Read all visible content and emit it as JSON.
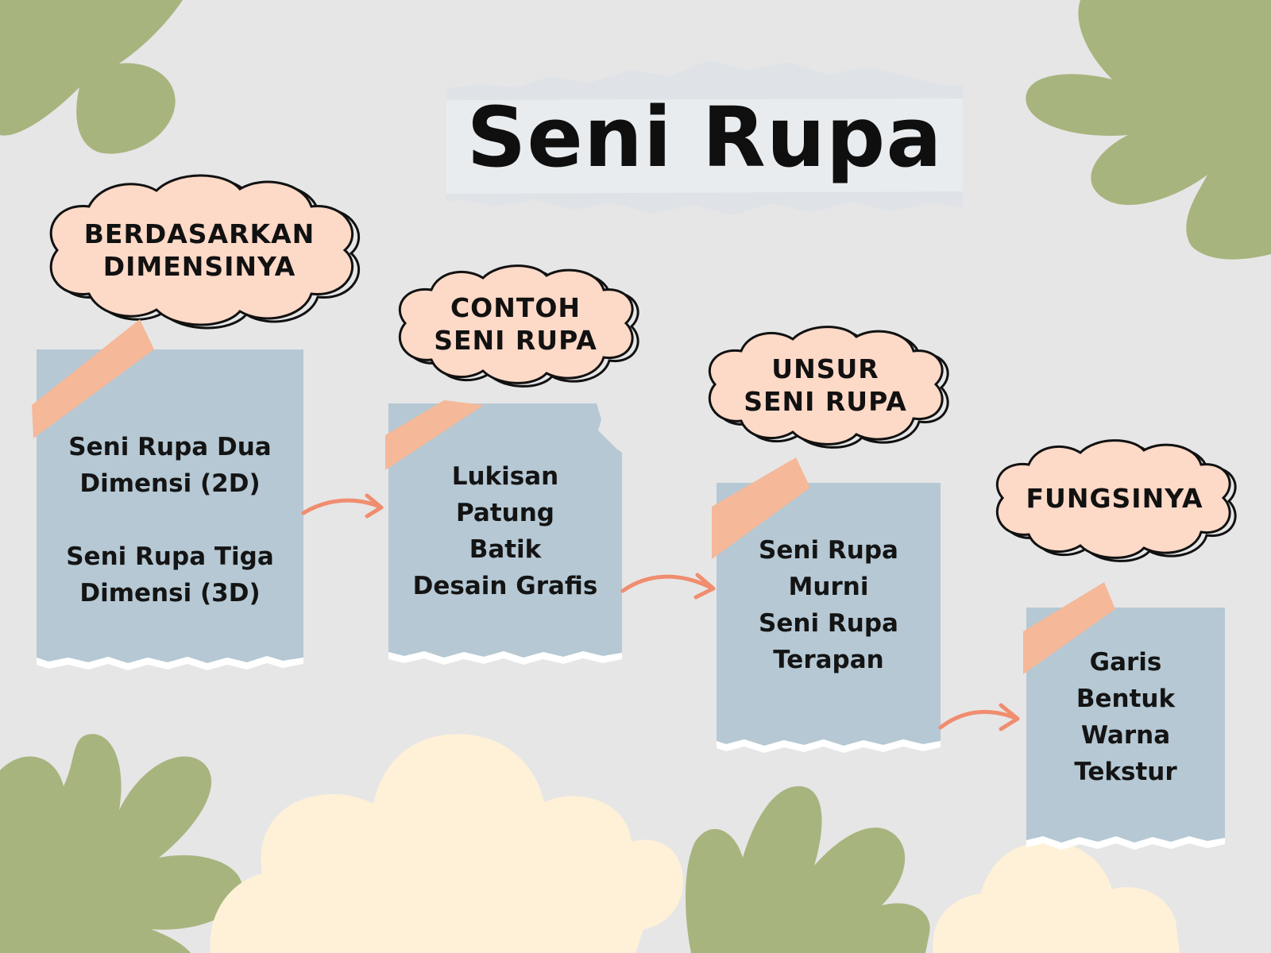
{
  "title": "Seni Rupa",
  "colors": {
    "background": "#e6e6e6",
    "leaf": "#a8b47e",
    "cloud": "#fff1d8",
    "note": "#b5c8d4",
    "tape": "#f5b898",
    "bubble_fill": "#fdd9c7",
    "arrow": "#f08d6f"
  },
  "steps": [
    {
      "heading": "BERDASARKAN\nDIMENSINYA",
      "items": [
        "Seni Rupa Dua",
        "Dimensi (2D)",
        "",
        "Seni Rupa Tiga",
        "Dimensi (3D)"
      ]
    },
    {
      "heading": "CONTOH\nSENI RUPA",
      "items": [
        "Lukisan",
        "Patung",
        "Batik",
        "Desain Grafis"
      ]
    },
    {
      "heading": "UNSUR\nSENI RUPA",
      "items": [
        "Seni Rupa",
        "Murni",
        "Seni Rupa",
        "Terapan"
      ]
    },
    {
      "heading": "FUNGSINYA",
      "items": [
        "Garis",
        "Bentuk",
        "Warna",
        "Tekstur"
      ]
    }
  ]
}
